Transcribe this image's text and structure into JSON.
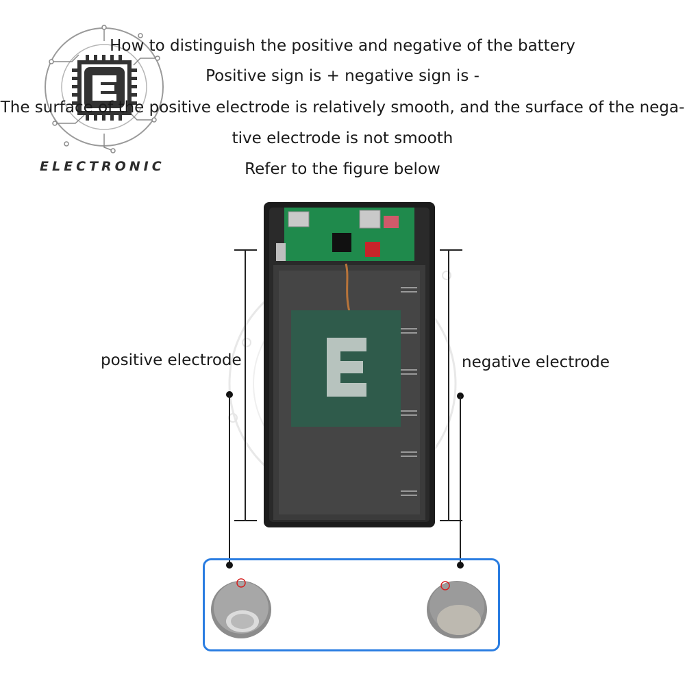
{
  "logo": {
    "letter": "E",
    "text": "ELECTRONIC"
  },
  "heading": {
    "line1": "How to distinguish the positive and negative of the battery",
    "line2": "Positive sign is + negative sign is -",
    "line3": "The surface of the positive electrode is relatively smooth, and the surface of the nega-",
    "line4": "tive electrode is not smooth",
    "line5": "Refer to the figure below"
  },
  "labels": {
    "positive": "positive electrode",
    "negative": "negative electrode"
  },
  "icons": [
    "chip-logo-icon",
    "positive-battery-icon",
    "negative-battery-icon"
  ],
  "colors": {
    "accent_box": "#2a7de1",
    "marker": "#d42020",
    "case": "#1c1c1c",
    "pcb": "#1f8a4c"
  }
}
